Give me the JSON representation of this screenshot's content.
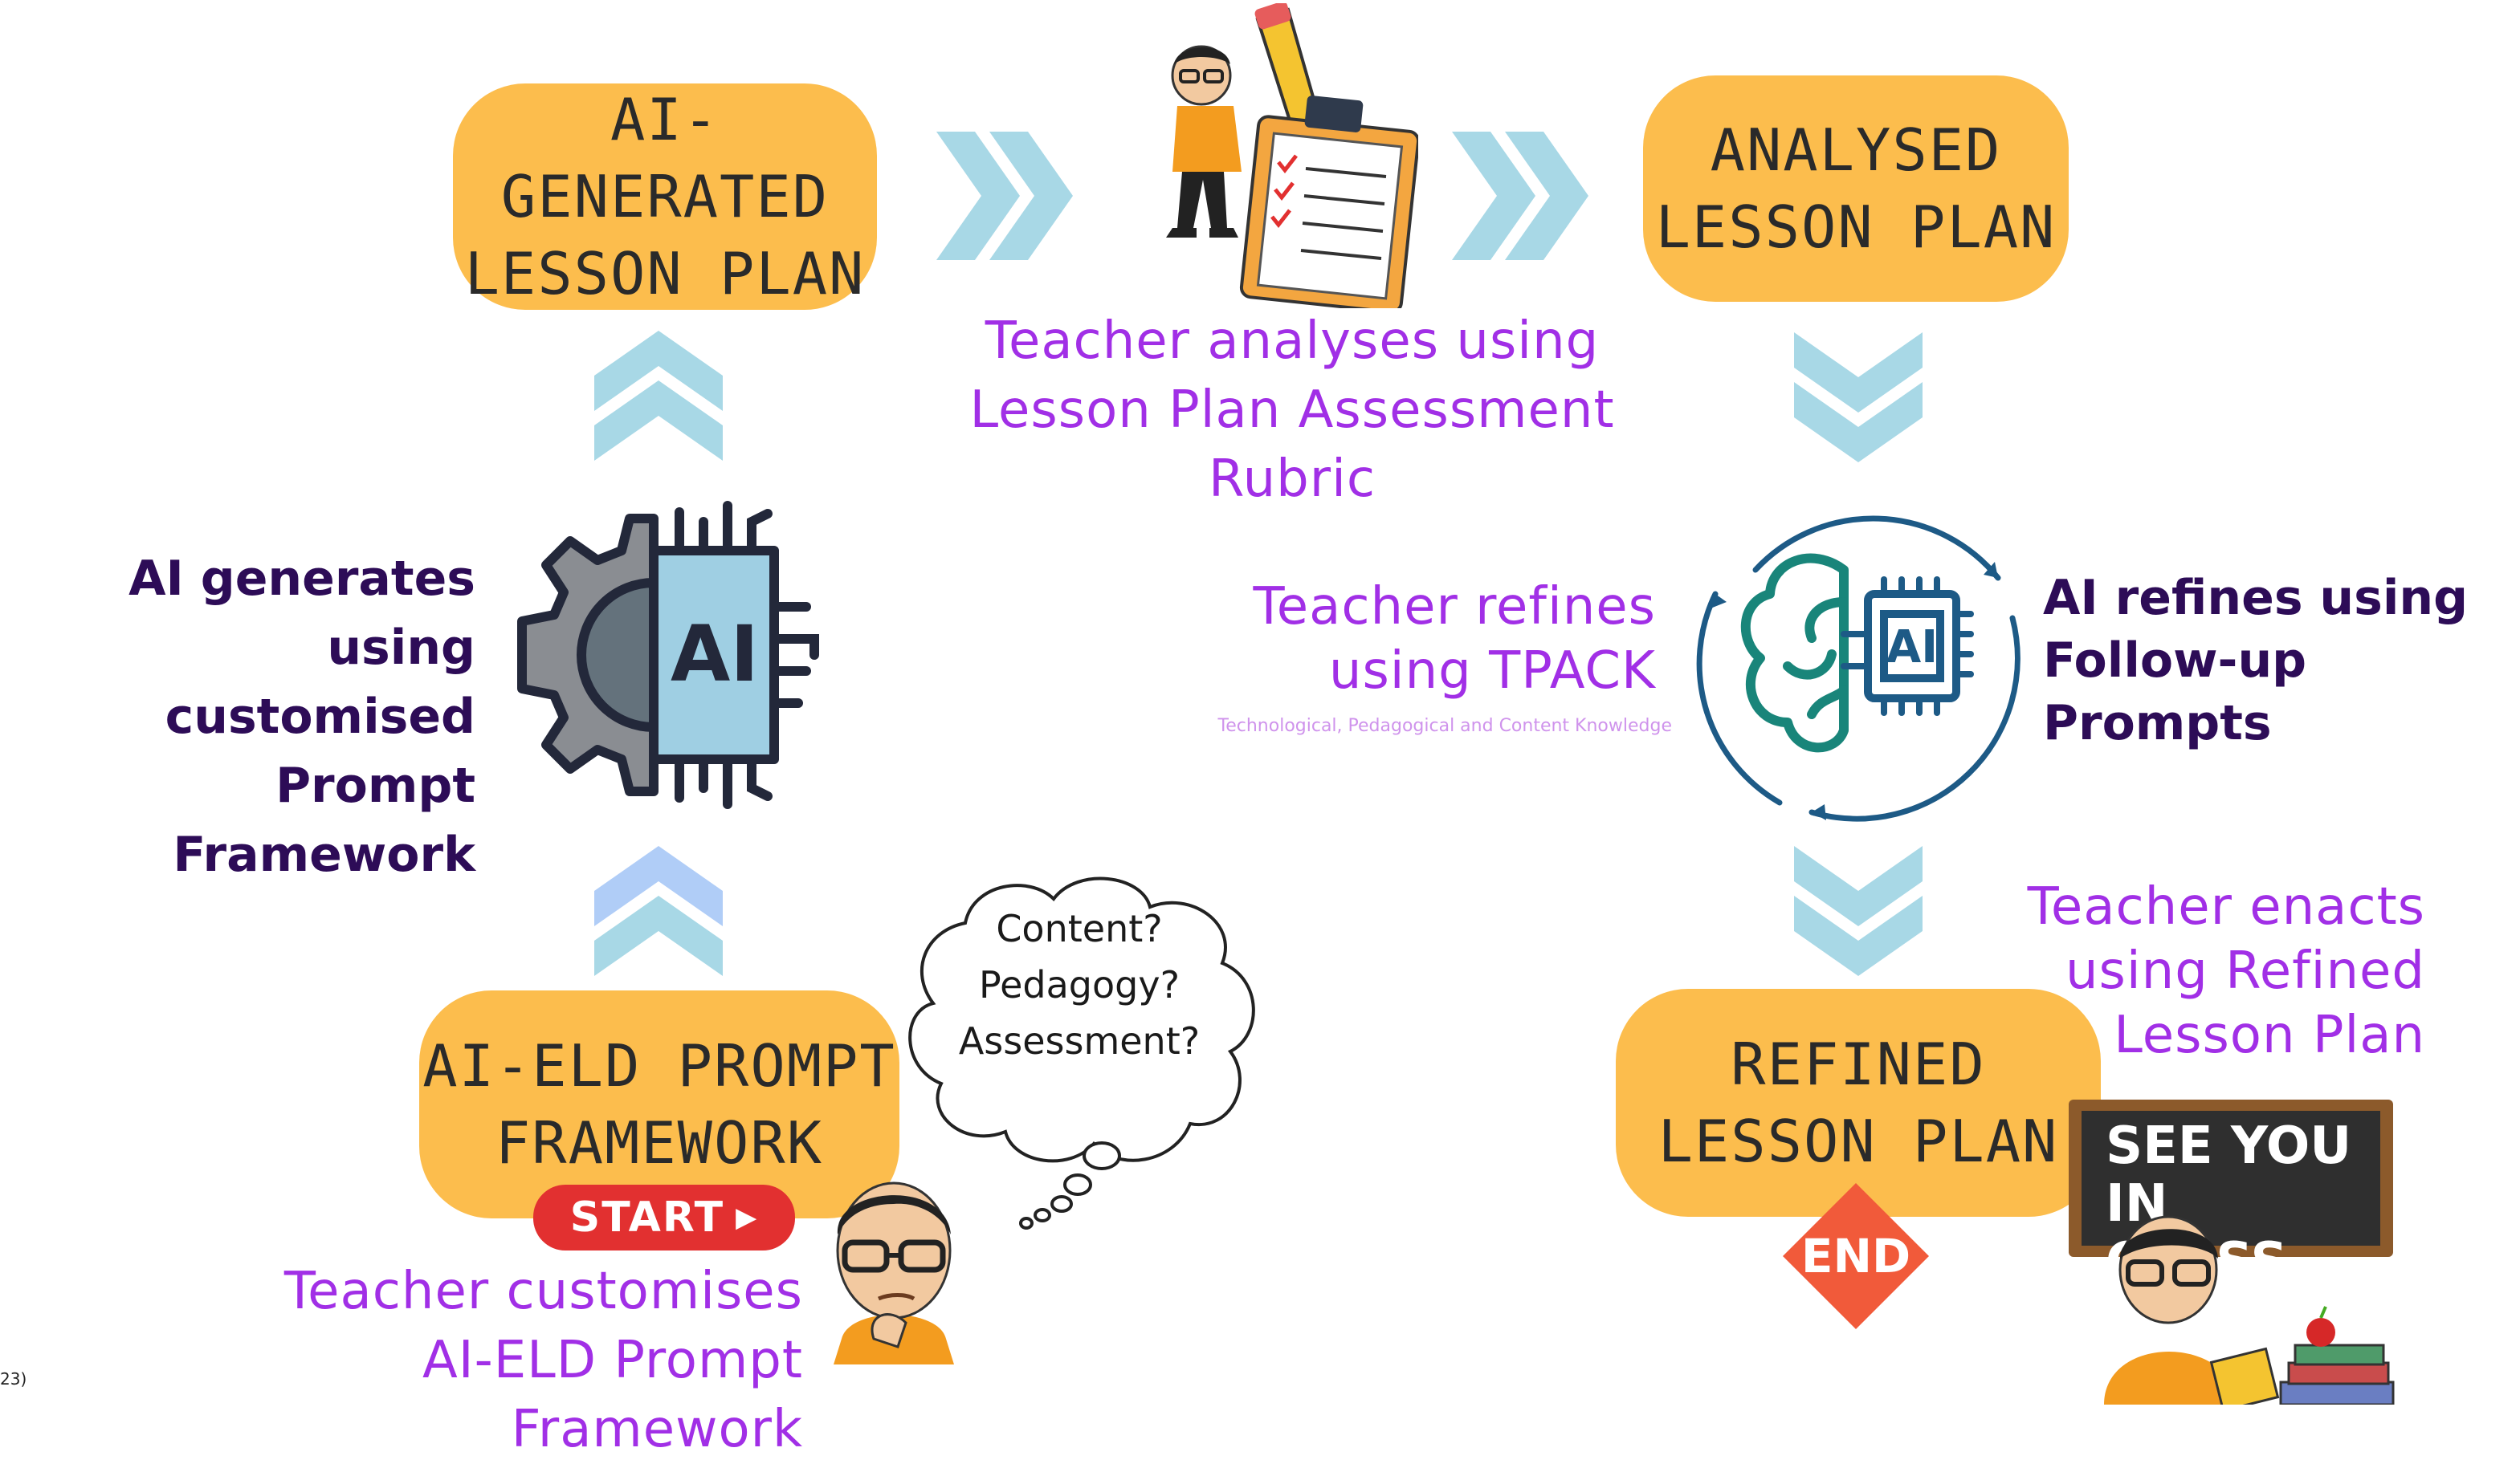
{
  "boxes": {
    "ai_generated": "AI-GENERATED\nLESSON PLAN",
    "analysed": "ANALYSED\nLESSON PLAN",
    "ai_eld": "AI-ELD PROMPT\nFRAMEWORK",
    "refined": "REFINED\nLESSON PLAN"
  },
  "captions": {
    "teacher_analyses": "Teacher analyses using\nLesson Plan Assessment Rubric",
    "ai_generates": "AI generates using\ncustomised Prompt\nFramework",
    "teacher_refines": "Teacher refines\nusing TPACK",
    "tpack_note": "Technological, Pedagogical and Content Knowledge",
    "ai_refines": "AI refines using\nFollow-up Prompts",
    "teacher_enacts": "Teacher enacts\nusing Refined\nLesson Plan",
    "teacher_customises": "Teacher customises\nAI-ELD Prompt Framework"
  },
  "thought_cloud": "Content?\nPedagogy?\nAssessment?",
  "start_label": "START",
  "end_label": "END",
  "chalkboard": "SEE YOU IN\n    CLASS",
  "corner_fragment": "23)",
  "icons": {
    "gear": "gear-chip-ai-icon",
    "brain": "brain-chip-ai-icon",
    "chip_label": "AI"
  },
  "colors": {
    "box": "#fcbd4d",
    "arrow": "#a8d8e6",
    "purple": "#a12fe6",
    "dark": "#2d0c57",
    "red": "#e23030"
  }
}
